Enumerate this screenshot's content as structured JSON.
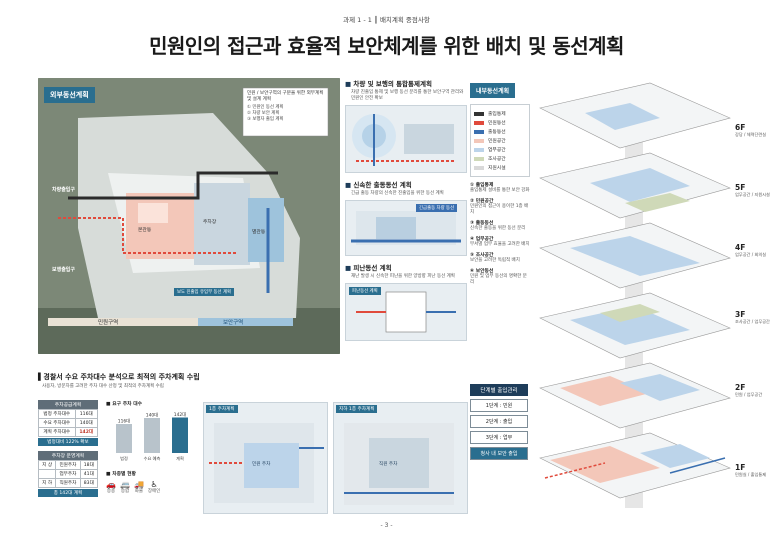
{
  "header": {
    "subtitle": "과제 1 - 1 ┃ 배치계획 중점사항",
    "title": "민원인의 접근과 효율적 보안체계를 위한 배치 및 동선계획"
  },
  "site_plan": {
    "tag": "외부동선계획",
    "callout_title": "민원 / 보안구역의 구분을 위한 외부계획 및 설계 계획",
    "callout_items": [
      "① 민원인 동선 계획",
      "② 차량 보안 계획",
      "③ 보행자 출입 계획"
    ],
    "labels": {
      "vehicle_entry": "차량출입구",
      "pedestrian_entry": "보행출입구",
      "civil_zone": "민원구역",
      "security_zone": "보안구역",
      "main_building": "본관동",
      "parking": "주차장",
      "annex": "별관동"
    },
    "note": "보도 진출입 유입부 동선 계획"
  },
  "middle": {
    "s1_title": "차량 및 보행의 통합통제계획",
    "s1_desc": "차량 진출입 통제 및 보행 동선 분리를 통한 보안구역 관리와 민원인 안전 확보",
    "s2_title": "신속한 출동동선 계획",
    "s2_desc": "긴급 출동 차량의 신속한 진출입을 위한 동선 계획",
    "s2_tag": "긴급출동 차량 동선",
    "s3_title": "피난동선 계획",
    "s3_desc": "재난 발생 시 신속한 피난을 위한 양방향 피난 동선 계획",
    "s3_tag": "피난동선 계획"
  },
  "internal": {
    "tag": "내부동선계획",
    "legend": [
      {
        "label": "출입통제",
        "color": "#333333"
      },
      {
        "label": "민원동선",
        "color": "#e04a3c"
      },
      {
        "label": "출동동선",
        "color": "#3a6fb0"
      },
      {
        "label": "민원공간",
        "color": "#f3c7b9"
      },
      {
        "label": "업무공간",
        "color": "#bcd4ea"
      },
      {
        "label": "조사공간",
        "color": "#cfd9b8"
      },
      {
        "label": "지원시설",
        "color": "#d9d9d9"
      }
    ],
    "points": [
      {
        "title": "① 출입통제",
        "desc": "출입통제 설비를 통한 보안 강화"
      },
      {
        "title": "② 민원공간",
        "desc": "민원인의 접근이 용이한 1층 배치"
      },
      {
        "title": "③ 출동동선",
        "desc": "신속한 출동을 위한 동선 분리"
      },
      {
        "title": "④ 업무공간",
        "desc": "부서별 업무 효율을 고려한 배치"
      },
      {
        "title": "⑤ 조사공간",
        "desc": "보안을 고려한 독립적 배치"
      },
      {
        "title": "⑥ 보안동선",
        "desc": "민원 및 업무 동선의 명확한 분리"
      }
    ],
    "steps_title": "단계별 출입관리",
    "steps": [
      "1단계 : 민원",
      "2단계 : 출입",
      "3단계 : 업무",
      "청사 내 보안 출입"
    ]
  },
  "floors": [
    {
      "label": "6F",
      "desc": "강당 / 체력단련실"
    },
    {
      "label": "5F",
      "desc": "업무공간 / 지원시설"
    },
    {
      "label": "4F",
      "desc": "업무공간 / 회의실"
    },
    {
      "label": "3F",
      "desc": "조사공간 / 업무공간"
    },
    {
      "label": "2F",
      "desc": "민원 / 업무공간"
    },
    {
      "label": "1F",
      "desc": "민원실 / 출입통제"
    }
  ],
  "parking_section": {
    "title": "경찰서 수요 주차대수 분석으로 최적의 주차계획 수립",
    "desc": "사용자, 방문자를 고려한 주차 대수 산정 및 최적의 주차계획 수립",
    "table1_title": "주차공급계획",
    "table1": [
      [
        "법정 주차대수",
        "116대"
      ],
      [
        "수요 주차대수",
        "140대"
      ],
      [
        "계획 주차대수",
        "142대"
      ]
    ],
    "table1_note": "법정대비 122% 확보",
    "table2_title": "주차장 운영계획",
    "table2": [
      [
        "지 상",
        "민원주차",
        "18대"
      ],
      [
        "",
        "업무주차",
        "41대"
      ],
      [
        "지 하",
        "직원주차",
        "83대"
      ]
    ],
    "table2_total": "총 142대 계획",
    "chart_title": "■ 요구 주차 대수",
    "chart_cats": [
      "법정",
      "수요 예측",
      "계획"
    ],
    "chart_vals": [
      116,
      140,
      142
    ],
    "chart_unit": "대",
    "chart2_title": "■ 차종별 현황",
    "chart2_items": [
      "승용",
      "승합",
      "화물",
      "장애인"
    ],
    "plan1_tag": "1층 주차계획",
    "plan2_tag": "지하 1층 주차계획",
    "plan1_label": "민원 주차",
    "plan2_label": "직원 주차"
  },
  "page_number": "- 3 -"
}
